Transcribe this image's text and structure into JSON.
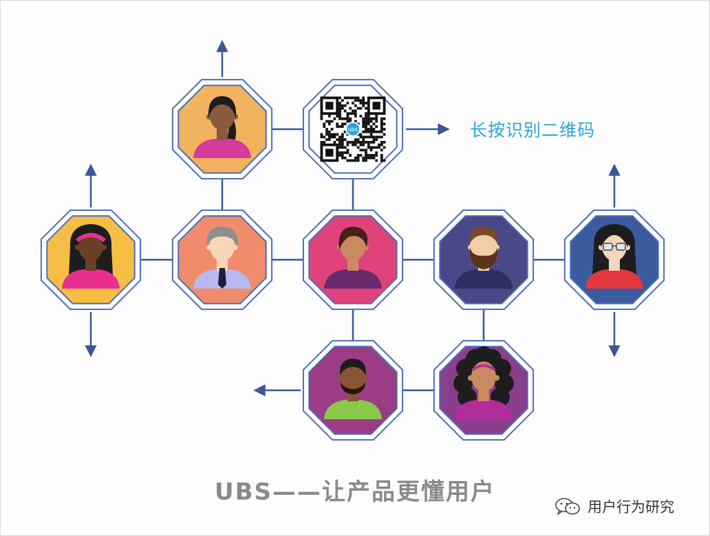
{
  "qr_hint": "长按识别二维码",
  "slogan": "UBS——让产品更懂用户",
  "watermark": {
    "account": "用户行为研究",
    "icon": "wechat-icon"
  },
  "qr_logo": "ubs",
  "colors": {
    "connector": "#3b5798",
    "octagon_border": "#4b6db8",
    "qr_hint": "#2aa7da",
    "slogan": "#8a8a8a"
  },
  "nodes": [
    {
      "id": "woman-ponytail",
      "icon": "woman-ponytail-avatar-icon",
      "fill": "#f3b25e"
    },
    {
      "id": "qr-code",
      "icon": "qr-code-icon",
      "fill": "#ffffff"
    },
    {
      "id": "woman-headband",
      "icon": "woman-headband-avatar-icon",
      "fill": "#f7be45"
    },
    {
      "id": "man-gray-hair",
      "icon": "man-gray-hair-avatar-icon",
      "fill": "#f08c6c"
    },
    {
      "id": "woman-short-hair",
      "icon": "woman-short-hair-avatar-icon",
      "fill": "#e0437b"
    },
    {
      "id": "man-beard",
      "icon": "man-beard-avatar-icon",
      "fill": "#4a4988"
    },
    {
      "id": "woman-glasses",
      "icon": "woman-glasses-avatar-icon",
      "fill": "#3c5a9e"
    },
    {
      "id": "man-green-shirt",
      "icon": "man-green-shirt-avatar-icon",
      "fill": "#9c3c86"
    },
    {
      "id": "woman-curly-hair",
      "icon": "woman-curly-hair-avatar-icon",
      "fill": "#8a3f8d"
    }
  ]
}
